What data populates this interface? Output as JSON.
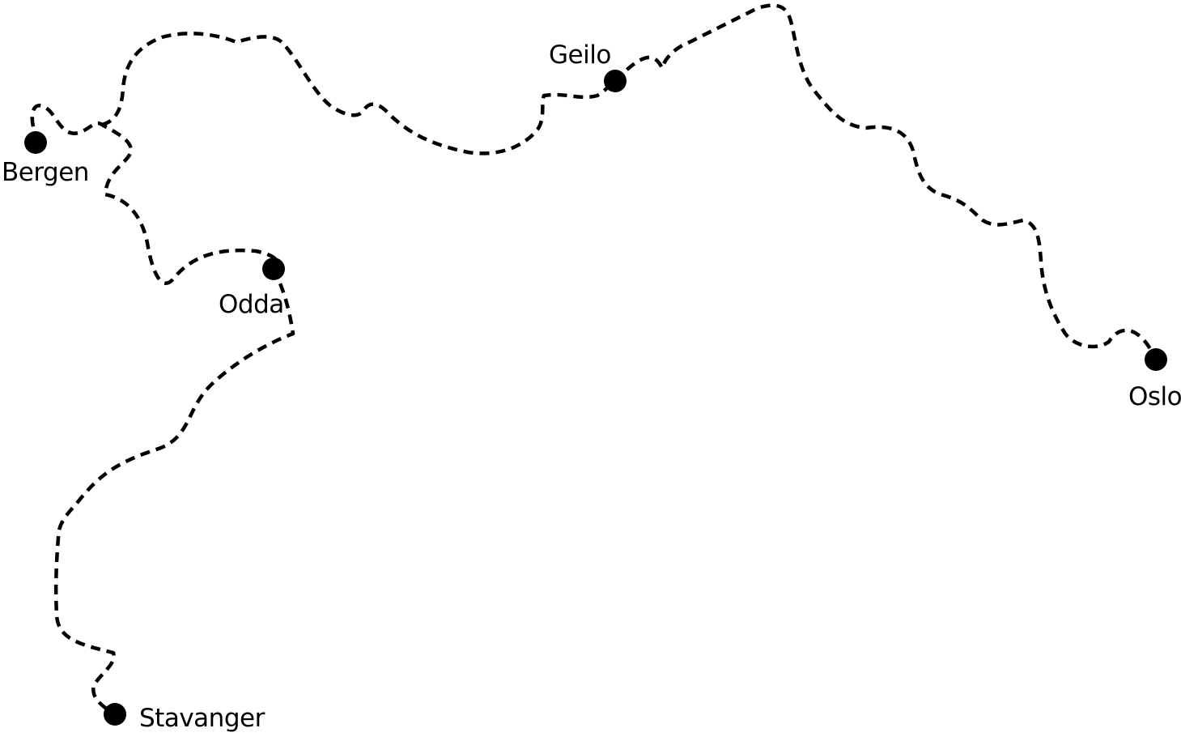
{
  "map": {
    "colors": {
      "route": "#000000",
      "city_dot": "#000000",
      "label": "#000000",
      "background": "#ffffff"
    },
    "route_style": "dashed",
    "cities": {
      "bergen": {
        "name": "Bergen"
      },
      "odda": {
        "name": "Odda"
      },
      "stavanger": {
        "name": "Stavanger"
      },
      "geilo": {
        "name": "Geilo"
      },
      "oslo": {
        "name": "Oslo"
      }
    }
  }
}
